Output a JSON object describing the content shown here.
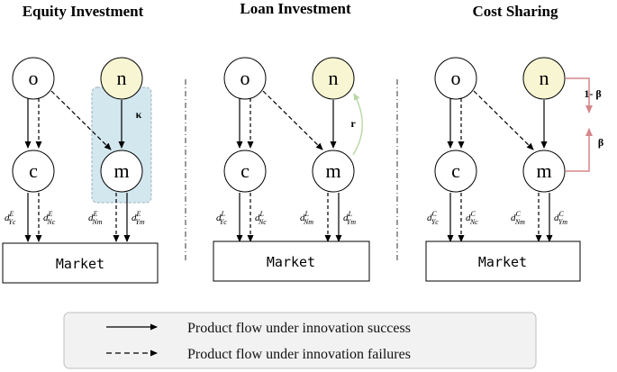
{
  "panels": [
    {
      "title": "Equity Investment",
      "nodes": {
        "o": "o",
        "n": "n",
        "c": "c",
        "m": "m"
      },
      "market": "Market",
      "flows": [
        {
          "d": "d",
          "sup": "E",
          "sub": "Yc"
        },
        {
          "d": "d",
          "sup": "E",
          "sub": "Nc"
        },
        {
          "d": "d",
          "sup": "E",
          "sub": "Nm"
        },
        {
          "d": "d",
          "sup": "E",
          "sub": "Ym"
        }
      ],
      "param": "κ"
    },
    {
      "title": "Loan Investment",
      "nodes": {
        "o": "o",
        "n": "n",
        "c": "c",
        "m": "m"
      },
      "market": "Market",
      "flows": [
        {
          "d": "d",
          "sup": "L",
          "sub": "Yc"
        },
        {
          "d": "d",
          "sup": "L",
          "sub": "Nc"
        },
        {
          "d": "d",
          "sup": "L",
          "sub": "Nm"
        },
        {
          "d": "d",
          "sup": "L",
          "sub": "Ym"
        }
      ],
      "param": "r"
    },
    {
      "title": "Cost Sharing",
      "nodes": {
        "o": "o",
        "n": "n",
        "c": "c",
        "m": "m"
      },
      "market": "Market",
      "flows": [
        {
          "d": "d",
          "sup": "C",
          "sub": "Yc"
        },
        {
          "d": "d",
          "sup": "C",
          "sub": "Nc"
        },
        {
          "d": "d",
          "sup": "C",
          "sub": "Nm"
        },
        {
          "d": "d",
          "sup": "C",
          "sub": "Ym"
        }
      ],
      "param_top": "1- β",
      "param_bottom": "β"
    }
  ],
  "legend": {
    "solid": "Product flow under innovation success",
    "dashed": "Product flow under innovation failures"
  },
  "colors": {
    "n_fill": "#f8f6d2",
    "kappa_box": "#d3e7ef",
    "r_arrow": "#b8d7a4",
    "beta_arrow": "#d4878a",
    "legend_bg": "#f2f2f2"
  }
}
